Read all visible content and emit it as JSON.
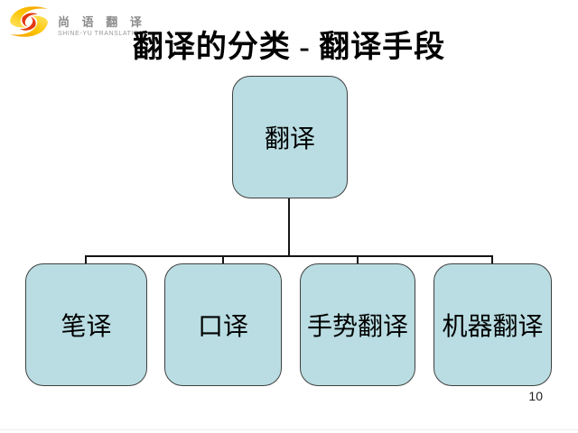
{
  "slide": {
    "title": "翻译的分类 - 翻译手段",
    "page_number": "10"
  },
  "logo": {
    "name_cn": "尚 语 翻 译",
    "name_en": "SHINE-YU TRANSLATION"
  },
  "diagram": {
    "type": "tree",
    "root": {
      "label": "翻译"
    },
    "children": [
      {
        "label": "笔译"
      },
      {
        "label": "口译"
      },
      {
        "label": "手势翻译"
      },
      {
        "label": "机器翻译"
      }
    ]
  },
  "colors": {
    "node_fill": "#b9dde2",
    "node_border": "#3f3f3f",
    "connector": "#151515",
    "title_text": "#000000",
    "logo_text": "#8b8b8b",
    "logo_yellow": "#ffd43b",
    "logo_orange": "#f6a500",
    "logo_red": "#e4380f"
  }
}
